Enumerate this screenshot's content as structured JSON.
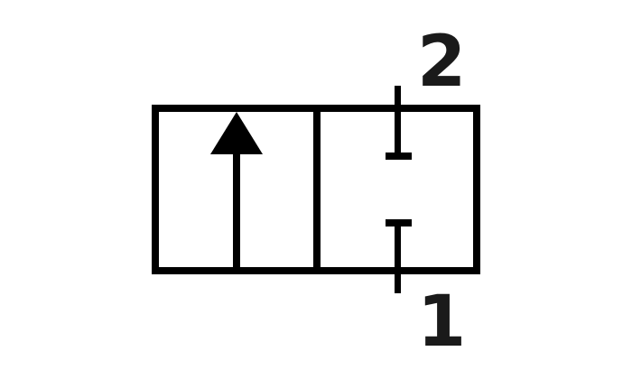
{
  "diagram": {
    "type": "2/2 directional control valve symbol",
    "envelopes": [
      {
        "position": "left",
        "content": "flow arrow pointing up (open flow path)"
      },
      {
        "position": "right",
        "content": "blocked ports (closed)"
      }
    ],
    "ports": [
      {
        "label": "2",
        "location": "top"
      },
      {
        "label": "1",
        "location": "bottom"
      }
    ],
    "colors": {
      "stroke": "#000000",
      "label": "#1a1a1a",
      "background": "#ffffff"
    }
  }
}
